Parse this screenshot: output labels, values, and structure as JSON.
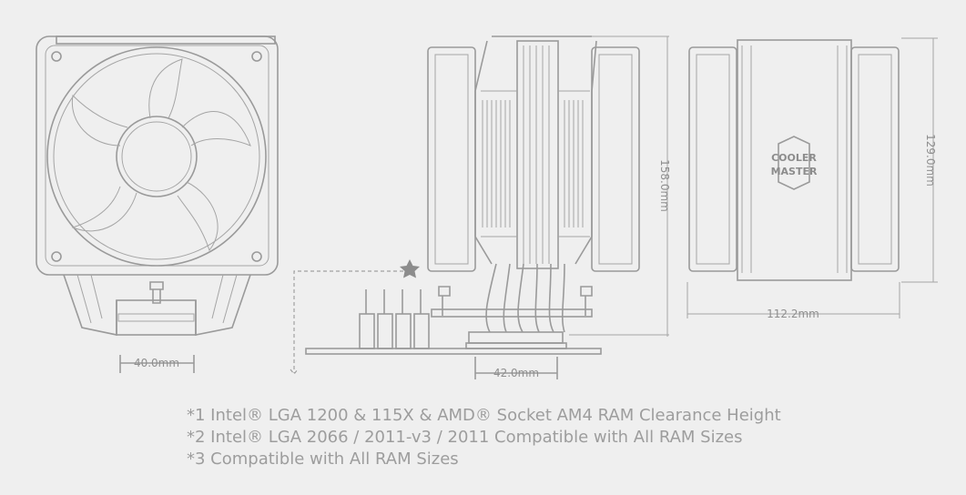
{
  "dimensions": {
    "front_base_width": "40.0mm",
    "socket_width": "42.0mm",
    "total_height": "158.0mm",
    "fin_height": "129.0mm",
    "total_depth": "112.2mm"
  },
  "logo_text": "COOLER MASTER",
  "notes": [
    "*1 Intel® LGA 1200 & 115X & AMD® Socket AM4 RAM Clearance Height",
    "*2 Intel® LGA 2066 / 2011-v3 / 2011 Compatible with All RAM Sizes",
    "*3 Compatible with All RAM Sizes"
  ],
  "colors": {
    "background": "#efefef",
    "line": "#9a9a9a",
    "text": "#9d9d9d"
  }
}
